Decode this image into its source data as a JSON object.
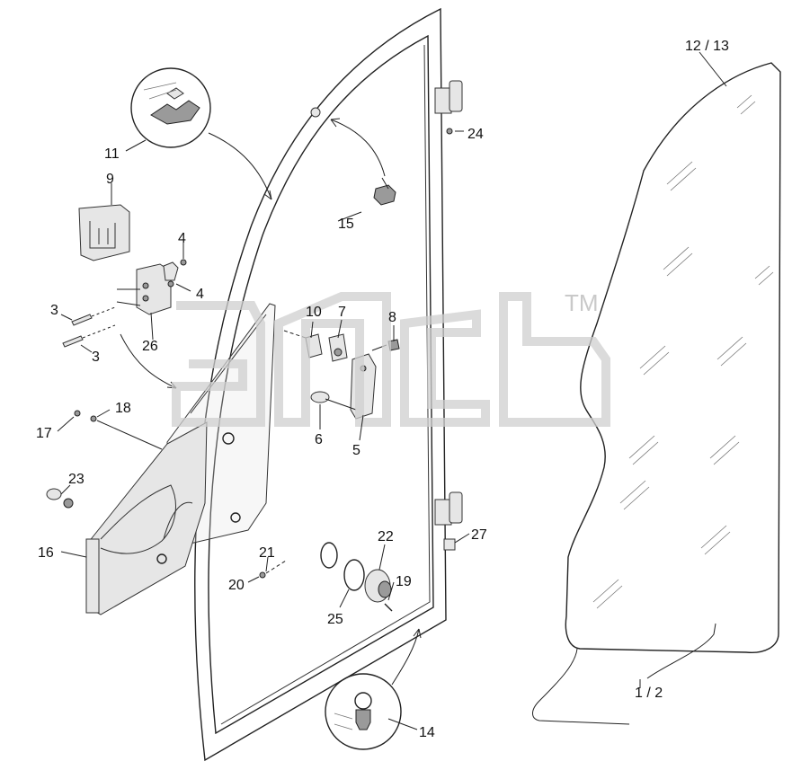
{
  "labels": {
    "p1_2": "1 / 2",
    "p3a": "3",
    "p3b": "3",
    "p4a": "4",
    "p4b": "4",
    "p5": "5",
    "p6": "6",
    "p7": "7",
    "p8": "8",
    "p9": "9",
    "p10": "10",
    "p11": "11",
    "p12_13": "12 / 13",
    "p14": "14",
    "p15": "15",
    "p16": "16",
    "p17": "17",
    "p18": "18",
    "p19": "19",
    "p20": "20",
    "p21": "21",
    "p22": "22",
    "p23": "23",
    "p24": "24",
    "p25": "25",
    "p26": "26",
    "p27": "27"
  },
  "watermark": {
    "tm": "TM"
  }
}
